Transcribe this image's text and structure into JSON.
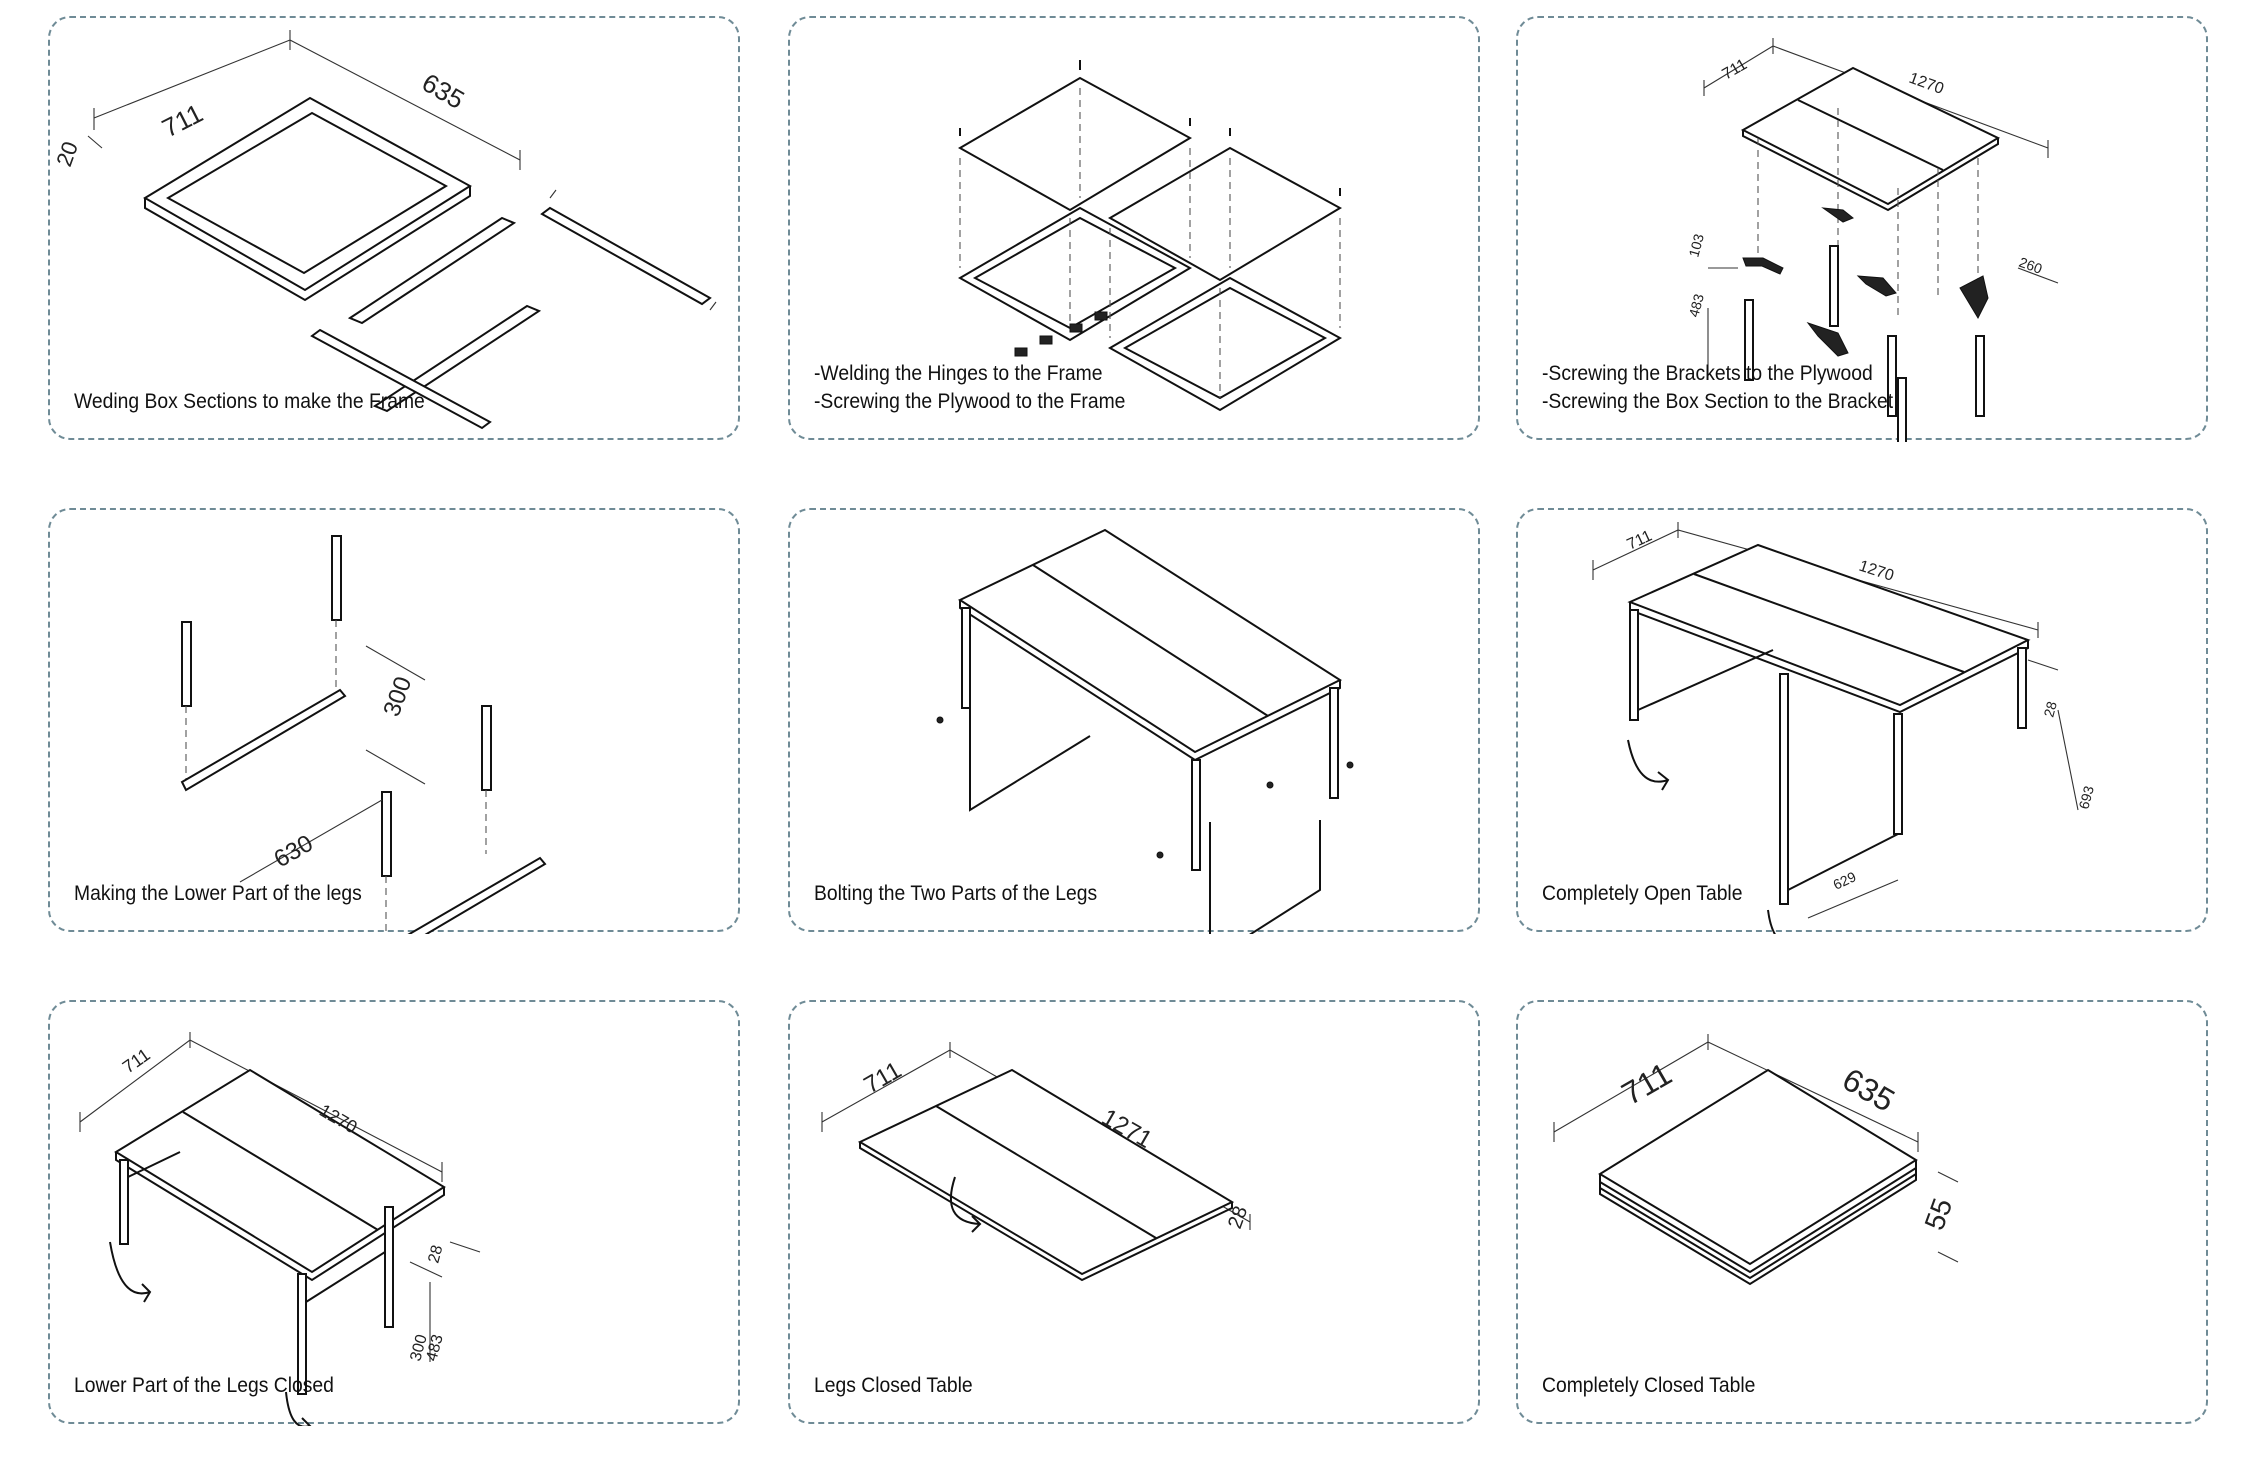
{
  "panels": [
    {
      "id": "p1",
      "caption_lines": [
        "Weding Box Sections to make the Frame"
      ],
      "dims": [
        "711",
        "635",
        "20"
      ]
    },
    {
      "id": "p2",
      "caption_lines": [
        "-Welding the Hinges to the Frame",
        "-Screwing the Plywood to the Frame"
      ],
      "dims": []
    },
    {
      "id": "p3",
      "caption_lines": [
        "-Screwing the Brackets to the Plywood",
        "-Screwing the Box Section to the Bracket"
      ],
      "dims": [
        "711",
        "1270",
        "103",
        "483",
        "260"
      ]
    },
    {
      "id": "p4",
      "caption_lines": [
        "Making the Lower Part of the legs"
      ],
      "dims": [
        "300",
        "630"
      ]
    },
    {
      "id": "p5",
      "caption_lines": [
        "Bolting the Two Parts of the Legs"
      ],
      "dims": []
    },
    {
      "id": "p6",
      "caption_lines": [
        "Completely Open Table"
      ],
      "dims": [
        "711",
        "1270",
        "28",
        "693",
        "629"
      ]
    },
    {
      "id": "p7",
      "caption_lines": [
        "Lower Part of the Legs Closed"
      ],
      "dims": [
        "711",
        "1270",
        "28",
        "300",
        "483"
      ]
    },
    {
      "id": "p8",
      "caption_lines": [
        "Legs Closed Table"
      ],
      "dims": [
        "711",
        "1271",
        "28"
      ]
    },
    {
      "id": "p9",
      "caption_lines": [
        "Completely Closed Table"
      ],
      "dims": [
        "711",
        "635",
        "55"
      ]
    }
  ],
  "colors": {
    "border": "#6f8b96",
    "line": "#111111"
  }
}
